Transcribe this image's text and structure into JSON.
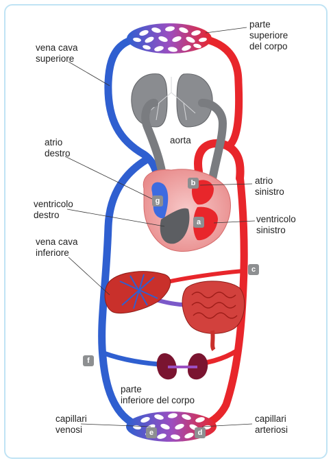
{
  "labels": {
    "superior_vena_cava": "vena cava\nsuperiore",
    "upper_body": "parte\nsuperiore\ndel corpo",
    "aorta": "aorta",
    "right_atrium": "atrio\ndestro",
    "left_atrium": "atrio\nsinistro",
    "right_ventricle": "ventricolo\ndestro",
    "left_ventricle": "ventricolo\nsinistro",
    "inferior_vena_cava": "vena cava\ninferiore",
    "lower_body": "parte\ninferiore del corpo",
    "venous_capillaries": "capillari\nvenosi",
    "arterial_capillaries": "capillari\narteriosi"
  },
  "tags": {
    "a": "a",
    "b": "b",
    "c": "c",
    "d": "d",
    "e": "e",
    "f": "f",
    "g": "g"
  },
  "colors": {
    "venous": "#2f5fd0",
    "arterial": "#e8262b",
    "pulmonary": "#7a7c80",
    "heart": "#f0a3a3",
    "tag_bg": "#8d8f91",
    "frame": "#bfe3f4"
  }
}
